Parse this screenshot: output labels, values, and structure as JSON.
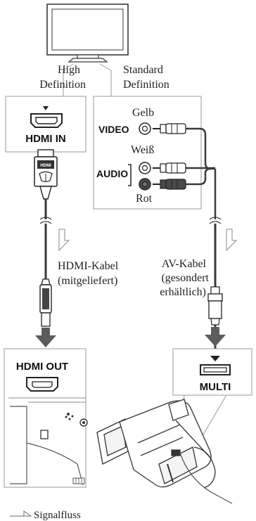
{
  "labels": {
    "high_definition": [
      "High",
      "Definition"
    ],
    "standard_definition": [
      "Standard",
      "Definition"
    ],
    "hdmi_in": "HDMI IN",
    "hdmi_out": "HDMI OUT",
    "multi": "MULTI",
    "video": "VIDEO",
    "audio": "AUDIO",
    "yellow": "Gelb",
    "white": "Weiß",
    "red": "Rot",
    "hdmi_cable": [
      "HDMI-Kabel",
      "(mitgeliefert)"
    ],
    "av_cable": [
      "AV-Kabel",
      "(gesondert",
      "erhältlich)"
    ],
    "plug_text": "HDMI",
    "legend": "Signalfluss"
  },
  "colors": {
    "line": "#3a3a3a",
    "box_stroke": "#9a9a9a",
    "arrow_fill": "#5c5c5c",
    "connector_dark": "#4a4a4a",
    "light_fill": "#eeeeee"
  },
  "icons": [
    "tv-icon",
    "hdmi-port-icon",
    "hdmi-plug-icon",
    "multi-port-icon",
    "av-plug-icon",
    "rca-jack-icon",
    "camcorder-icon",
    "down-arrow-icon",
    "signal-flow-arrow-icon"
  ]
}
